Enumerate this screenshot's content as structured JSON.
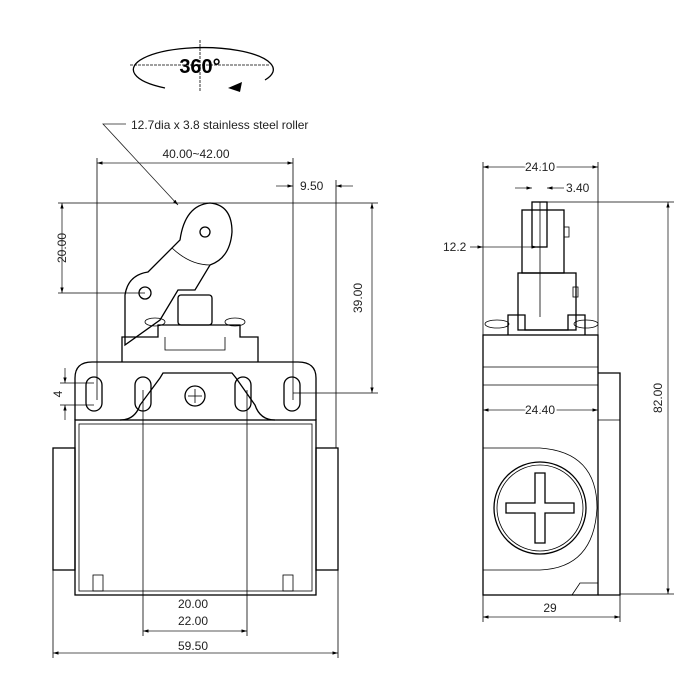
{
  "rotation": {
    "label": "360°"
  },
  "roller_note": "12.7dia x 3.8 stainless steel roller",
  "front_view": {
    "dim_actuator_span": "40.00~42.00",
    "dim_offset": "9.50",
    "dim_lever_height": "20.00",
    "dim_total_height": "39.00",
    "dim_slot": "4",
    "dim_hole_spacing_a": "20.00",
    "dim_hole_spacing_b": "22.00",
    "dim_width": "59.50"
  },
  "side_view": {
    "dim_top_width": "24.10",
    "dim_roller_width": "3.40",
    "dim_roller_offset": "12.2",
    "dim_body_width": "24.40",
    "dim_height": "82.00",
    "dim_depth": "29"
  }
}
